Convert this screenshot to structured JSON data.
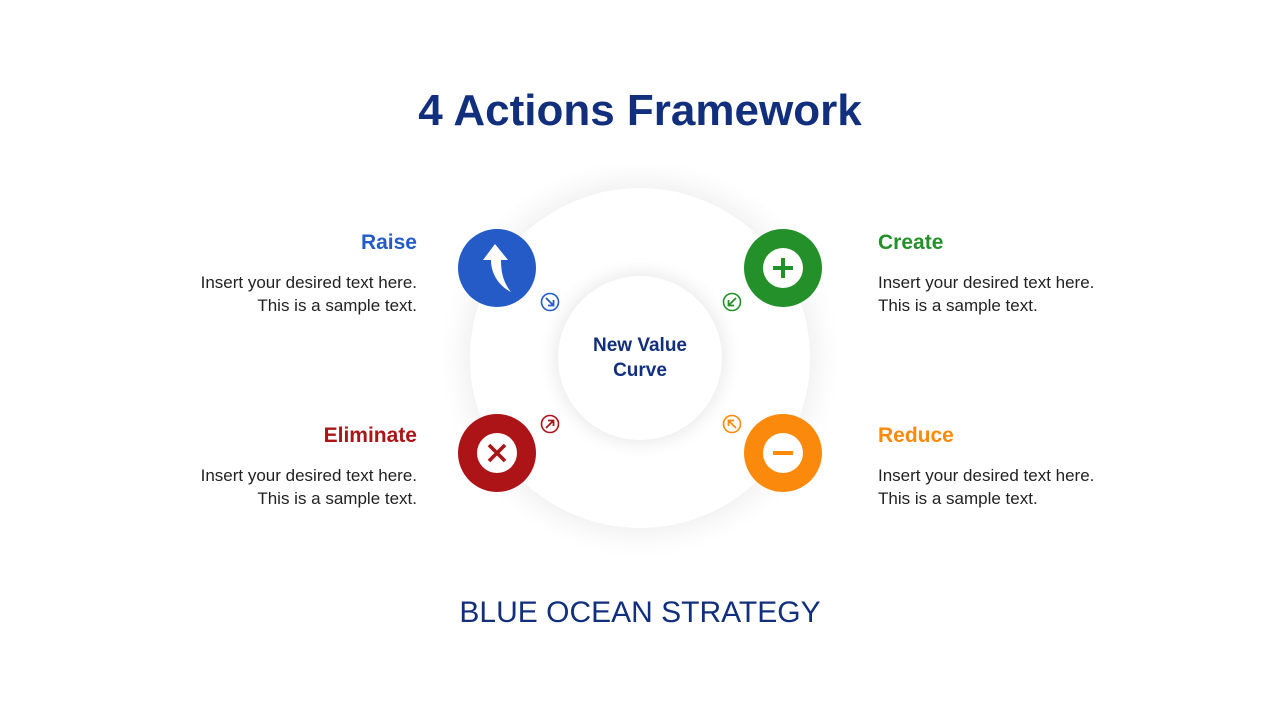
{
  "title": "4 Actions Framework",
  "subtitle": "BLUE OCEAN STRATEGY",
  "center": {
    "label": "New Value Curve"
  },
  "colors": {
    "title": "#112f7c",
    "raise": "#245bc6",
    "create": "#23902a",
    "eliminate": "#ad1418",
    "reduce": "#fb8a0c"
  },
  "actions": [
    {
      "name": "Raise",
      "icon": "curved-arrow-up-icon",
      "text_line1": "Insert your desired text here.",
      "text_line2": "This is a sample text."
    },
    {
      "name": "Create",
      "icon": "plus-icon",
      "text_line1": "Insert your desired text here.",
      "text_line2": "This is a sample text."
    },
    {
      "name": "Eliminate",
      "icon": "x-icon",
      "text_line1": "Insert your desired text here.",
      "text_line2": "This is a sample text."
    },
    {
      "name": "Reduce",
      "icon": "minus-icon",
      "text_line1": "Insert your desired text here.",
      "text_line2": "This is a sample text."
    }
  ]
}
